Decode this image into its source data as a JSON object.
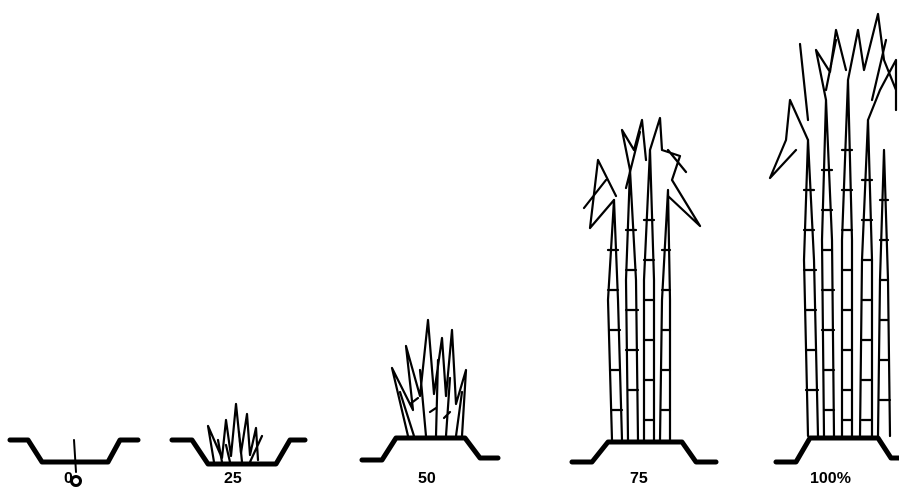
{
  "stages": [
    {
      "label": "0"
    },
    {
      "label": "25"
    },
    {
      "label": "50"
    },
    {
      "label": "75"
    },
    {
      "label": "100%"
    }
  ]
}
